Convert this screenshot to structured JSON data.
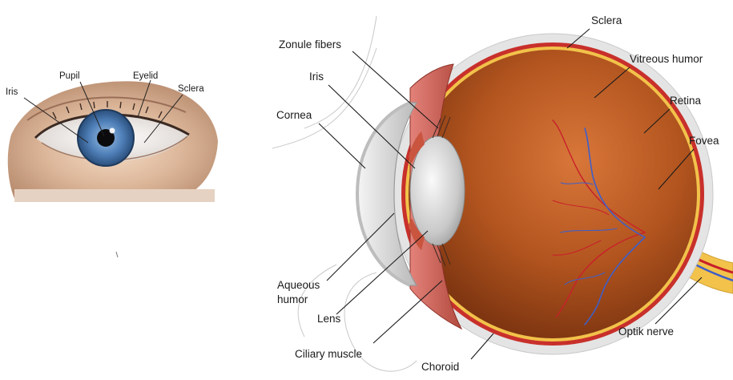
{
  "external_eye": {
    "labels": {
      "iris": "Iris",
      "pupil": "Pupil",
      "eyelid": "Eyelid",
      "sclera": "Sclera"
    }
  },
  "cross_section": {
    "labels": {
      "sclera": "Sclera",
      "zonule_fibers": "Zonule fibers",
      "vitreous_humor": "Vitreous humor",
      "iris": "Iris",
      "cornea": "Cornea",
      "retina": "Retina",
      "fovea": "Fovea",
      "aqueous_humor_line1": "Aqueous",
      "aqueous_humor_line2": "humor",
      "lens": "Lens",
      "optic_nerve": "Optik nerve",
      "ciliary_muscle": "Ciliary muscle",
      "choroid": "Choroid"
    }
  },
  "colors": {
    "eyeball": "#b3551f",
    "sclera": "#e4e4e4",
    "retina": "#f2c24a",
    "choroid": "#c8302b",
    "iris_blue": "#4f7fb8",
    "vessels_blue": "#3f5fc8",
    "vessels_red": "#c8202a"
  }
}
